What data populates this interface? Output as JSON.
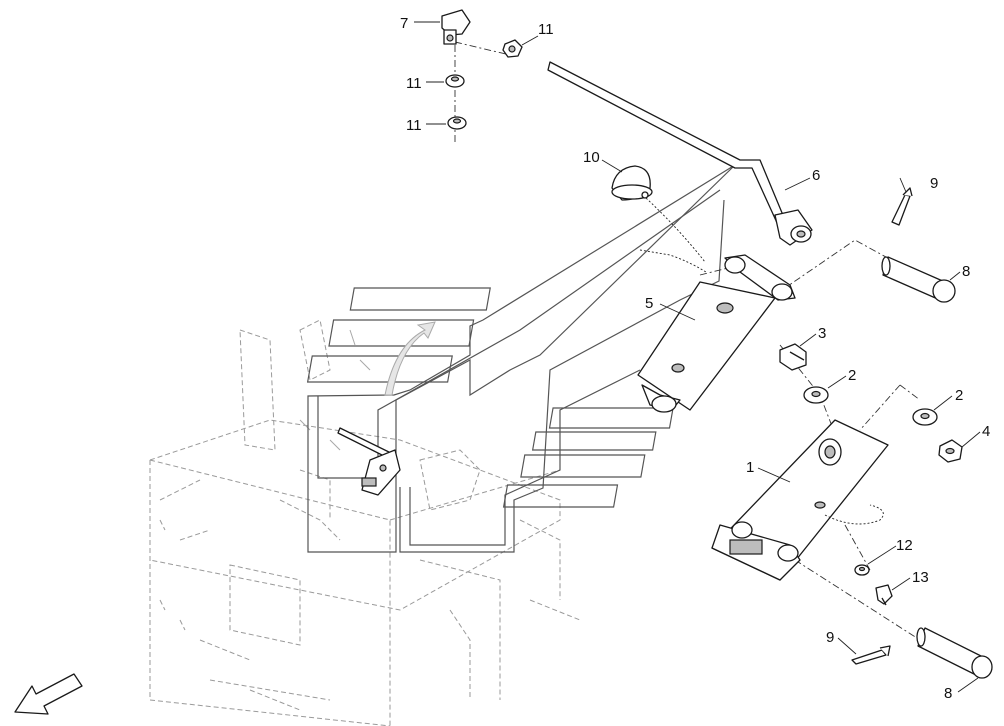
{
  "callouts": {
    "c1": "1",
    "c2a": "2",
    "c2b": "2",
    "c3": "3",
    "c4": "4",
    "c5": "5",
    "c6": "6",
    "c7": "7",
    "c8a": "8",
    "c8b": "8",
    "c9a": "9",
    "c9b": "9",
    "c10": "10",
    "c11a": "11",
    "c11b": "11",
    "c11c": "11",
    "c12": "12",
    "c13": "13"
  },
  "colors": {
    "line": "#1a1a1a",
    "ghost": "#9a9a9a",
    "shade": "#bdbdbd"
  },
  "icons": {
    "direction_arrow": "arrow-down-left-icon"
  }
}
